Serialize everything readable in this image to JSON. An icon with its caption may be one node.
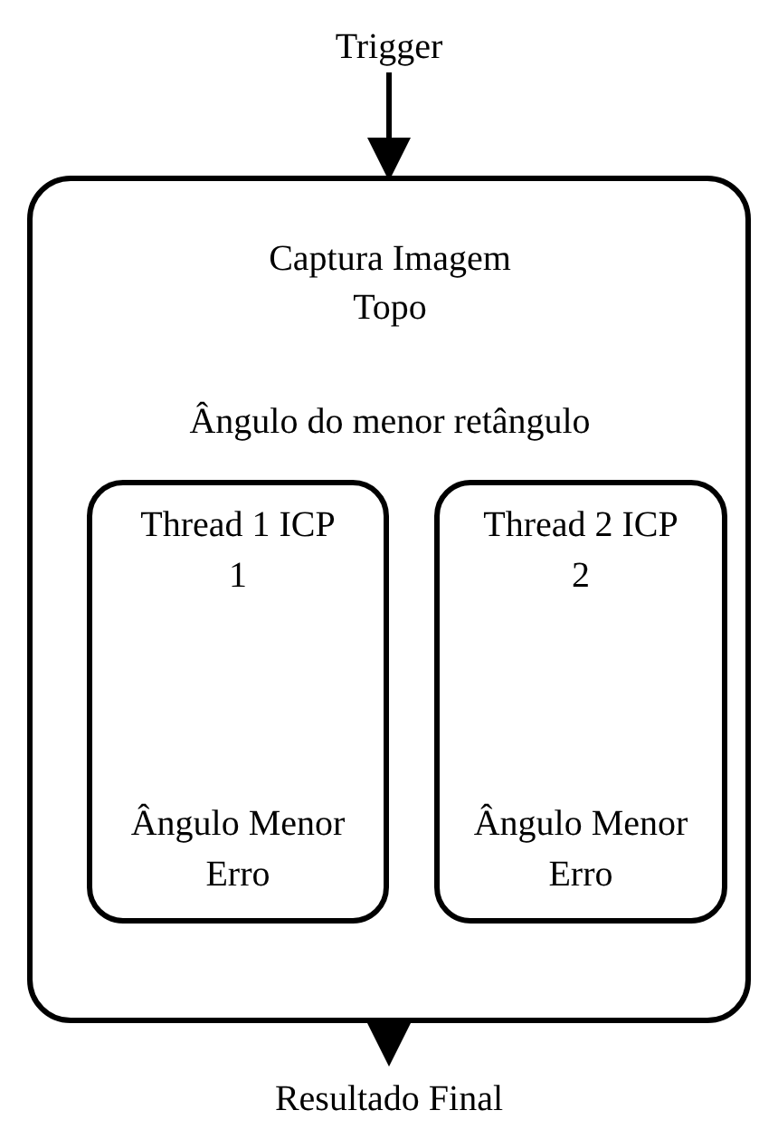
{
  "diagram": {
    "nodes": [
      {
        "text": [
          "Trigger"
        ]
      },
      {
        "text": [
          "Captura Imagem Topo",
          "Ângulo do menor retângulo"
        ]
      },
      {
        "text": [
          "Thread 1 ICP 1",
          "Ângulo Menor Erro"
        ],
        "in": 1
      },
      {
        "text": [
          "Thread 2 ICP 2",
          "Ângulo Menor Erro"
        ],
        "in": 1
      },
      {
        "text": [
          "Resultado Final"
        ]
      }
    ],
    "edges": [
      {
        "from": 0,
        "to": 1,
        "arrow": "to"
      },
      {
        "from": 1,
        "to": 4,
        "arrow": "to"
      }
    ]
  }
}
